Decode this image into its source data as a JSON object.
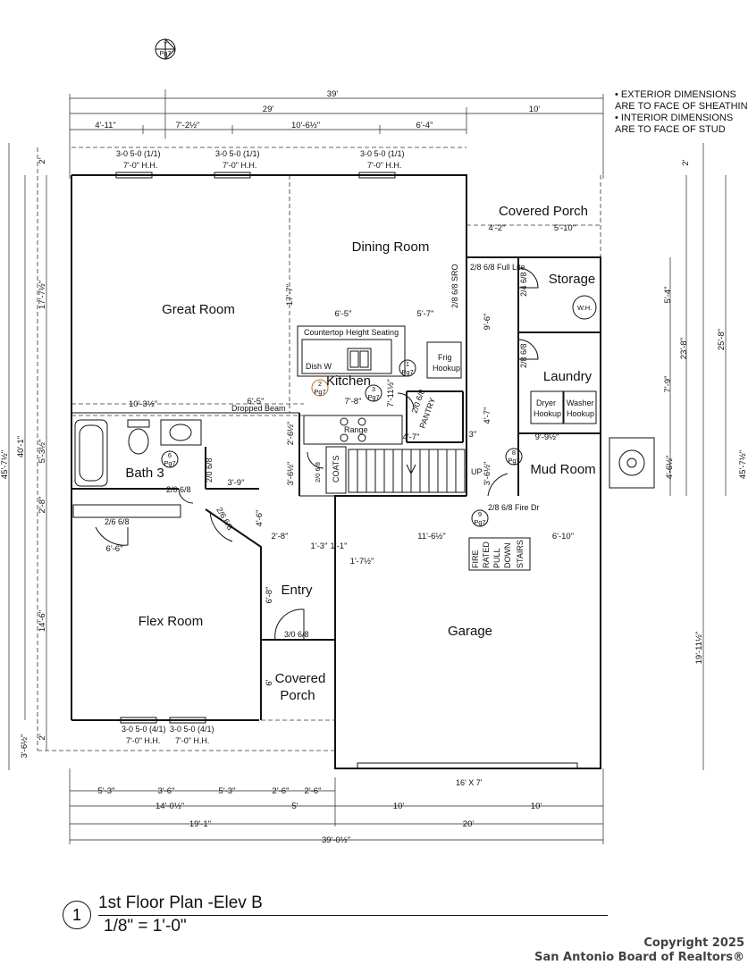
{
  "notes": {
    "line1": "• EXTERIOR DIMENSIONS",
    "line2": "ARE TO FACE OF SHEATHING",
    "line3": "• INTERIOR DIMENSIONS",
    "line4": "ARE TO FACE OF STUD"
  },
  "rooms": {
    "great_room": "Great Room",
    "dining_room": "Dining Room",
    "kitchen": "Kitchen",
    "covered_porch_top": "Covered Porch",
    "storage": "Storage",
    "laundry": "Laundry",
    "mud_room": "Mud Room",
    "bath": "Bath 3",
    "flex_room": "Flex Room",
    "entry": "Entry",
    "covered_porch_bottom_1": "Covered",
    "covered_porch_bottom_2": "Porch",
    "garage": "Garage"
  },
  "fixtures": {
    "countertop": "Countertop Height Seating",
    "dishwasher": "Dish W",
    "range": "Range",
    "pantry": "PANTRY",
    "frig1": "Frig",
    "frig2": "Hookup",
    "dryer1": "Dryer",
    "dryer2": "Hookup",
    "washer1": "Washer",
    "washer2": "Hookup",
    "wh": "W.H.",
    "coats": "COATS",
    "dropped_beam": "Dropped Beam",
    "up": "UP",
    "stairs1": "FIRE",
    "stairs2": "RATED",
    "stairs3": "PULL",
    "stairs4": "DOWN",
    "stairs5": "STAIRS",
    "garage_door": "16' X 7'"
  },
  "doors": {
    "full_lite": "2/8 6/8 Full Lite",
    "sro": "2/8 6/8 SRO",
    "storage_door": "2/4 6/8",
    "laundry_door": "2/8 6/8",
    "pantry_door": "2/0 6/8",
    "bath_door": "2/0 6/8",
    "bath_door_b": "2/0 6/8",
    "closet_door": "2/6 6/8",
    "flex_door": "2/6 6/8",
    "entry_door": "3/0 6/8",
    "fire_door": "2/8 6/8 Fire Dr",
    "coats_door": "2/0 6/8"
  },
  "windows": {
    "w1a": "3-0 5-0 (1/1)",
    "w1b": "7'-0\" H.H.",
    "w2a": "3-0 5-0 (1/1)",
    "w2b": "7'-0\" H.H.",
    "w3a": "3-0 5-0 (1/1)",
    "w3b": "7'-0\" H.H.",
    "w4a": "3-0 5-0 (4/1)",
    "w4b": "7'-0\" H.H.",
    "w5a": "3-0 5-0 (4/1)",
    "w5b": "7'-0\" H.H."
  },
  "dims": {
    "top_overall": "39'",
    "top_29": "29'",
    "top_10": "10'",
    "top_411": "4'-11\"",
    "top_72": "7'-2½\"",
    "top_106": "10'-6½\"",
    "top_64": "6'-4\"",
    "left_457": "45'-7½\"",
    "left_401": "40'-1\"",
    "left_177": "17'-7½\"",
    "left_53": "5'-3½\"",
    "left_28": "2'-8\"",
    "left_146": "14'-6\"",
    "left_36": "3'-6½\"",
    "left_2a": "2'",
    "left_2b": "2'",
    "right_457": "45'-7½\"",
    "right_258": "25'-8\"",
    "right_238": "23'-8\"",
    "right_1911": "19'-11½\"",
    "right_54": "5'-4\"",
    "right_79": "7'-9\"",
    "right_46": "4'-6½\"",
    "right_2": "2'",
    "gr_177": "17'-7\"",
    "gr_103": "10'-3½\"",
    "k_65a": "6'-5\"",
    "k_57": "5'-7\"",
    "k_78": "7'-8\"",
    "k_65b": "6'-5\"",
    "k_47": "4'-7\"",
    "k_711": "7'-11½\"",
    "k_47b": "4'-7\"",
    "k_3": "3\"",
    "cp_42": "4'-2\"",
    "cp_510": "5'-10\"",
    "st_96": "9'-6\"",
    "md_99": "9'-9½\"",
    "st_26": "2'-6½\"",
    "st_36": "3'-6½\"",
    "st_36b": "3'-6½\"",
    "bt_39": "3'-9\"",
    "bt_66": "6'-6\"",
    "bt_46": "4'-6\"",
    "en_28": "2'-8\"",
    "en_13": "1'-3\"",
    "en_11": "1'-1\"",
    "en_17": "1'-7½\"",
    "en_68": "6'-8\"",
    "en_6": "6'",
    "g_116": "11'-6½\"",
    "g_610": "6'-10\"",
    "b_53a": "5'-3\"",
    "b_36": "3'-6\"",
    "b_53b": "5'-3\"",
    "b_26a": "2'-6\"",
    "b_26b": "2'-6\"",
    "b_140": "14'-0½\"",
    "b_5": "5'",
    "b_10a": "10'",
    "b_10b": "10'",
    "b_191": "19'-1\"",
    "b_20": "20'",
    "b_390": "39'-0½\""
  },
  "tags": {
    "t7n": "7",
    "t7p": "Pg7",
    "t1n": "1",
    "t1p": "Pg7",
    "t2n": "2",
    "t2p": "Pg7",
    "t3n": "3",
    "t3p": "Pg7",
    "t6n": "6",
    "t6p": "Pg7",
    "t8n": "8",
    "t8p": "Pg7",
    "t9n": "9",
    "t9p": "Pg7"
  },
  "caption": {
    "number": "1",
    "title": "1st Floor Plan -Elev B",
    "scale": "1/8\" = 1'-0\""
  },
  "copyright": {
    "line1": "Copyright 2025",
    "line2": "San Antonio Board of Realtors®"
  },
  "colors": {
    "ink": "#111111",
    "tag_accent": "#b5723a"
  }
}
